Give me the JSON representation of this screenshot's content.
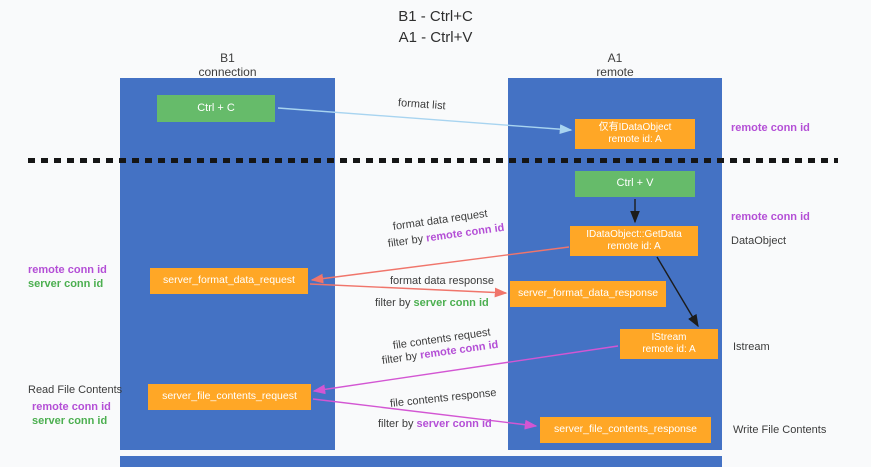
{
  "title": {
    "line1": "B1 - Ctrl+C",
    "line2": "A1 - Ctrl+V"
  },
  "lanes": {
    "left": {
      "name": "B1",
      "subtitle": "connection"
    },
    "right": {
      "name": "A1",
      "subtitle": "remote"
    }
  },
  "nodes": {
    "ctrl_c": "Ctrl + C",
    "dataobject": {
      "line1": "仅有IDataObject",
      "line2": "remote id: A"
    },
    "ctrl_v": "Ctrl + V",
    "getdata": {
      "line1": "IDataObject::GetData",
      "line2": "remote id: A"
    },
    "format_request": "server_format_data_request",
    "format_response": "server_format_data_response",
    "istream": {
      "line1": "IStream",
      "line2": "remote id: A"
    },
    "file_request": "server_file_contents_request",
    "file_response": "server_file_contents_response"
  },
  "arrow_labels": {
    "format_list": "format list",
    "format_data_request": "format data request",
    "format_data_response": "format data response",
    "file_contents_request": "file contents request",
    "file_contents_response": "file contents response",
    "filter_by": "filter by",
    "remote_conn_id": "remote conn id",
    "server_conn_id": "server conn id"
  },
  "side_labels": {
    "remote_conn_id": "remote conn id",
    "server_conn_id": "server conn id",
    "dataobject": "DataObject",
    "istream": "Istream",
    "read_file_contents": "Read File Contents",
    "write_file_contents": "Write File Contents"
  },
  "colors": {
    "lane": "#4472c4",
    "green_box": "#66bb6a",
    "orange_box": "#ffa726",
    "purple_text": "#b44fd6",
    "green_text": "#4caf50",
    "arrow_blue": "#a8d4f0",
    "arrow_red": "#f0756b",
    "arrow_magenta": "#d356d3",
    "arrow_black": "#1c1c1c"
  }
}
